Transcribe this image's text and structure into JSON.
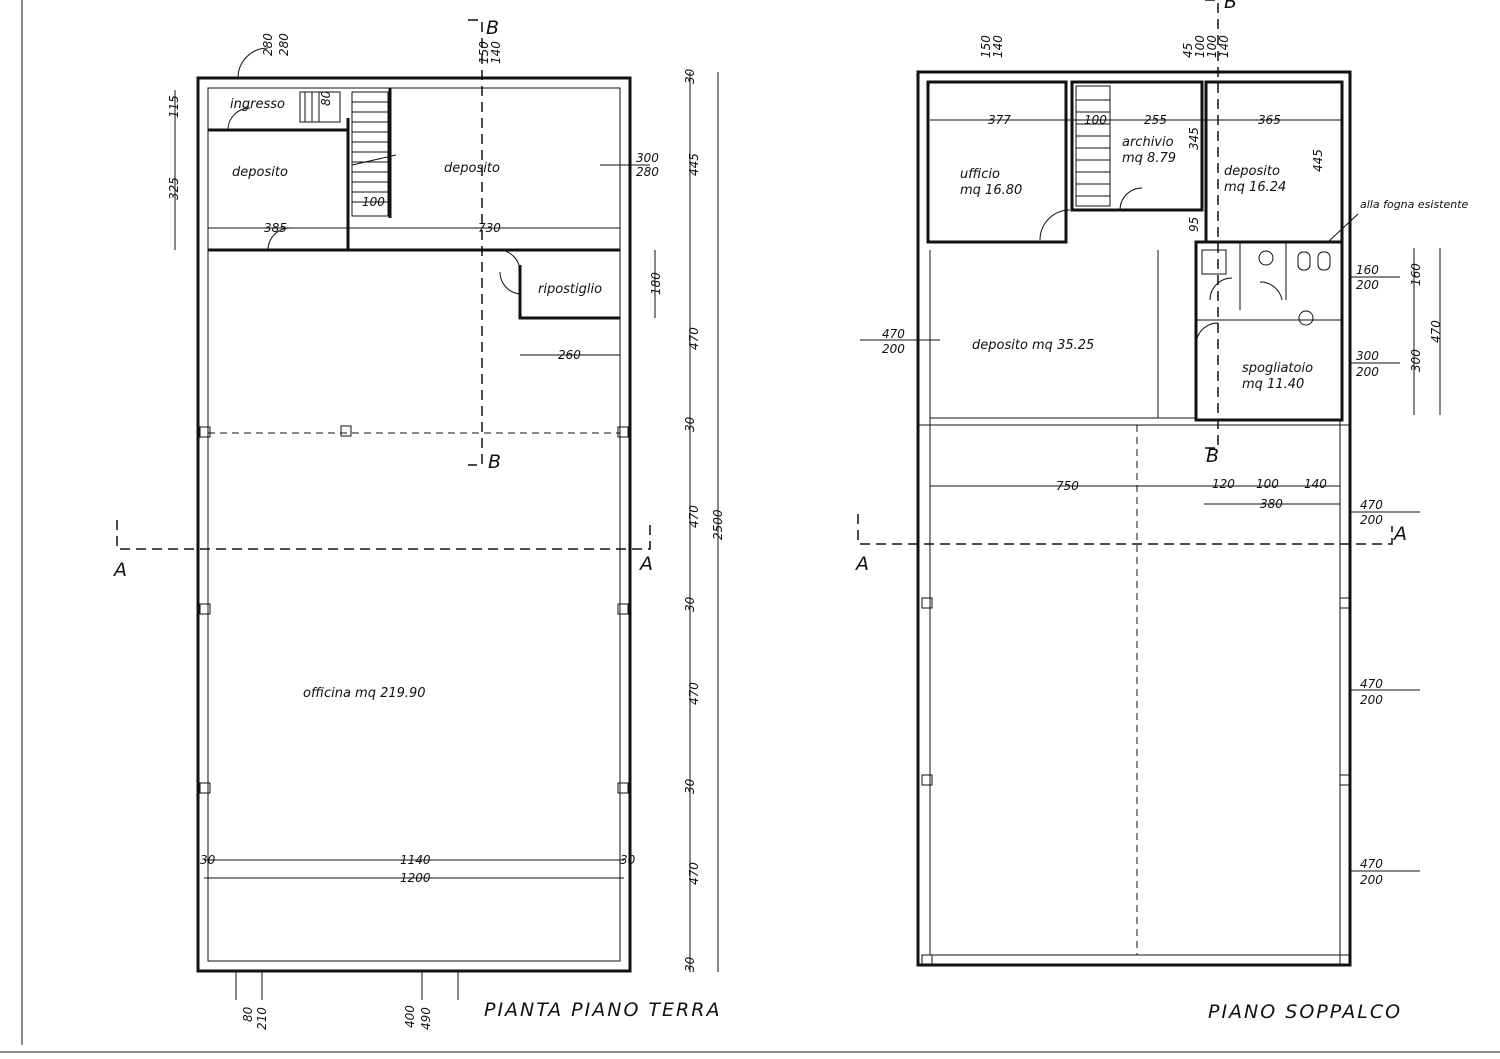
{
  "ground_floor": {
    "title": "PIANTA PIANO TERRA",
    "rooms": {
      "ingresso": "ingresso",
      "deposito_left": "deposito",
      "deposito_right": "deposito",
      "ripostiglio": "ripostiglio",
      "officina": "officina mq 219.90"
    },
    "dims": {
      "d280a": "280",
      "d280b": "280",
      "d150": "150",
      "d140": "140",
      "d115": "115",
      "d325": "325",
      "d80": "80",
      "d100": "100",
      "d385": "385",
      "d730": "730",
      "d300": "300",
      "d280c": "280",
      "d180": "180",
      "d260": "260",
      "d1140": "1140",
      "d1200": "1200",
      "d30a": "30",
      "d30b": "30",
      "r30_1": "30",
      "r445": "445",
      "r470_1": "470",
      "r30_2": "30",
      "r470_2": "470",
      "r30_3": "30",
      "r470_3": "470",
      "r30_4": "30",
      "r470_4": "470",
      "r30_5": "30",
      "r2500": "2500",
      "b80": "80",
      "b210": "210",
      "b400": "400",
      "b490": "490"
    },
    "sections": {
      "b_top": "B",
      "b_bottom": "B",
      "a_left": "A",
      "a_right": "A"
    }
  },
  "mezzanine": {
    "title": "PIANO SOPPALCO",
    "rooms": {
      "ufficio": "ufficio",
      "ufficio_area": "mq 16.80",
      "archivio": "archivio",
      "archivio_area": "mq 8.79",
      "deposito": "deposito",
      "deposito_area": "mq 16.24",
      "deposito_big": "deposito mq 35.25",
      "spogliatoio": "spogliatoio",
      "spogliatoio_area": "mq 11.40"
    },
    "note": "alla fogna esistente",
    "dims": {
      "d150": "150",
      "d140": "140",
      "d45": "45",
      "d100a": "100",
      "d100b": "100",
      "d140b": "140",
      "d377": "377",
      "d100": "100",
      "d255": "255",
      "d365": "365",
      "d345": "345",
      "d445": "445",
      "d95": "95",
      "d160": "160",
      "d200a": "200",
      "d300": "300",
      "d200b": "200",
      "l470": "470",
      "l200": "200",
      "r160": "160",
      "r300": "300",
      "r470": "470",
      "d750": "750",
      "d120": "120",
      "d100c": "100",
      "d140c": "140",
      "d380": "380",
      "e470_1": "470",
      "e200_1": "200",
      "e470_2": "470",
      "e200_2": "200",
      "e470_3": "470",
      "e200_3": "200"
    },
    "sections": {
      "b_top": "B",
      "b_bottom": "B",
      "a_left": "A",
      "a_right": "A"
    }
  }
}
